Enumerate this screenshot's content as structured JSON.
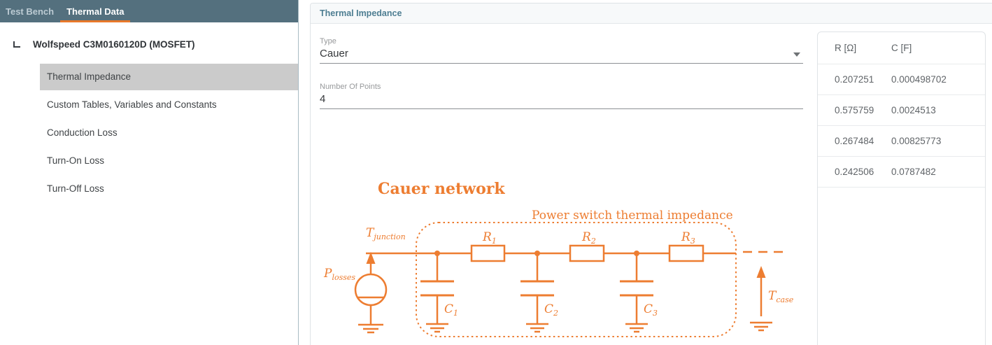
{
  "tabs": [
    {
      "label": "Test Bench",
      "active": false
    },
    {
      "label": "Thermal Data",
      "active": true
    }
  ],
  "sidebar": {
    "root": "Wolfspeed C3M0160120D (MOSFET)",
    "items": [
      {
        "label": "Thermal Impedance",
        "selected": true
      },
      {
        "label": "Custom Tables, Variables and Constants",
        "selected": false
      },
      {
        "label": "Conduction Loss",
        "selected": false
      },
      {
        "label": "Turn-On Loss",
        "selected": false
      },
      {
        "label": "Turn-Off Loss",
        "selected": false
      }
    ]
  },
  "panel": {
    "title": "Thermal Impedance",
    "fields": [
      {
        "label": "Type",
        "value": "Cauer",
        "control": "dropdown"
      },
      {
        "label": "Number Of Points",
        "value": "4",
        "control": "text"
      }
    ]
  },
  "table": {
    "headers": [
      "R [Ω]",
      "C [F]"
    ],
    "rows": [
      [
        "0.207251",
        "0.000498702"
      ],
      [
        "0.575759",
        "0.0024513"
      ],
      [
        "0.267484",
        "0.00825773"
      ],
      [
        "0.242506",
        "0.0787482"
      ]
    ]
  },
  "diagram": {
    "title": "Cauer network",
    "box_label": "Power switch thermal impedance",
    "t_junction": {
      "base": "T",
      "sub": "junction"
    },
    "p_losses": {
      "base": "P",
      "sub": "losses"
    },
    "t_case": {
      "base": "T",
      "sub": "case"
    },
    "resistors": [
      {
        "base": "R",
        "sub": "1"
      },
      {
        "base": "R",
        "sub": "2"
      },
      {
        "base": "R",
        "sub": "3"
      }
    ],
    "capacitors": [
      {
        "base": "C",
        "sub": "1"
      },
      {
        "base": "C",
        "sub": "2"
      },
      {
        "base": "C",
        "sub": "3"
      }
    ]
  },
  "colors": {
    "topbar": "#54707E",
    "tab_underline": "#E8782A",
    "diagram_accent": "#ED7D31",
    "header_teal": "#4E7E92",
    "selected_item_bg": "#CBCBCB"
  }
}
